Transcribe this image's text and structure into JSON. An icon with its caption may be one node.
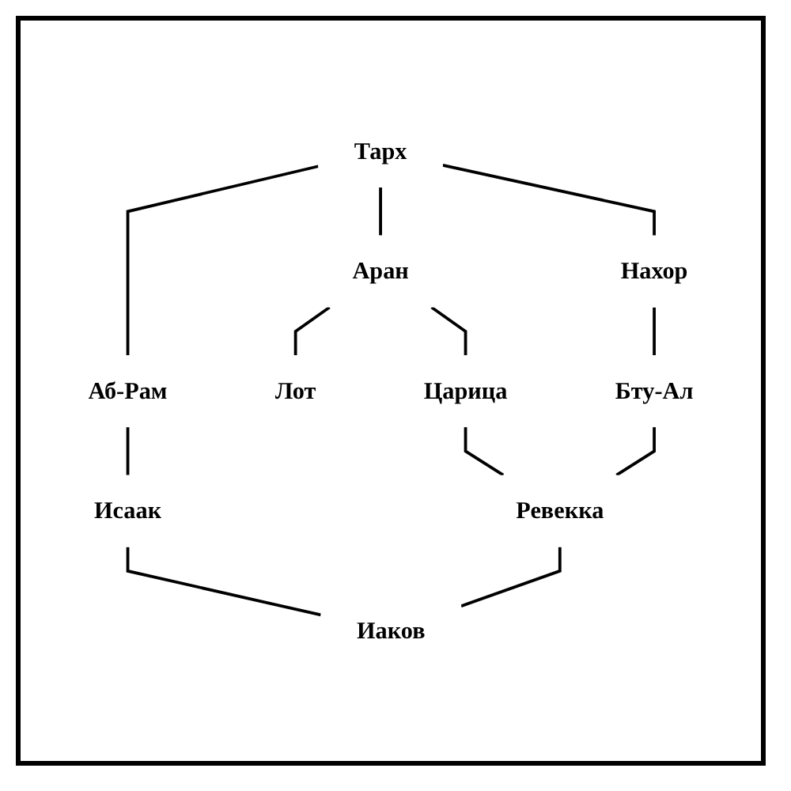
{
  "diagram": {
    "nodes": [
      {
        "text": [
          "Тарх"
        ]
      },
      {
        "text": [
          "Аб-Рам"
        ]
      },
      {
        "text": [
          "Аран"
        ]
      },
      {
        "text": [
          "Нахор"
        ]
      },
      {
        "text": [
          "Лот"
        ]
      },
      {
        "text": [
          "Царица"
        ]
      },
      {
        "text": [
          "Бту-Ал"
        ]
      },
      {
        "text": [
          "Исаак"
        ]
      },
      {
        "text": [
          "Ревекка"
        ]
      },
      {
        "text": [
          "Иаков"
        ]
      }
    ],
    "edges": [
      {
        "from": 0,
        "to": 1,
        "arrow": "none"
      },
      {
        "from": 0,
        "to": 2,
        "arrow": "none"
      },
      {
        "from": 0,
        "to": 3,
        "arrow": "none"
      },
      {
        "from": 2,
        "to": 4,
        "arrow": "none"
      },
      {
        "from": 2,
        "to": 5,
        "arrow": "none"
      },
      {
        "from": 3,
        "to": 6,
        "arrow": "none"
      },
      {
        "from": 1,
        "to": 7,
        "arrow": "none"
      },
      {
        "from": 5,
        "to": 8,
        "arrow": "none"
      },
      {
        "from": 6,
        "to": 8,
        "arrow": "none"
      },
      {
        "from": 7,
        "to": 9,
        "arrow": "none"
      },
      {
        "from": 8,
        "to": 9,
        "arrow": "none"
      }
    ]
  }
}
